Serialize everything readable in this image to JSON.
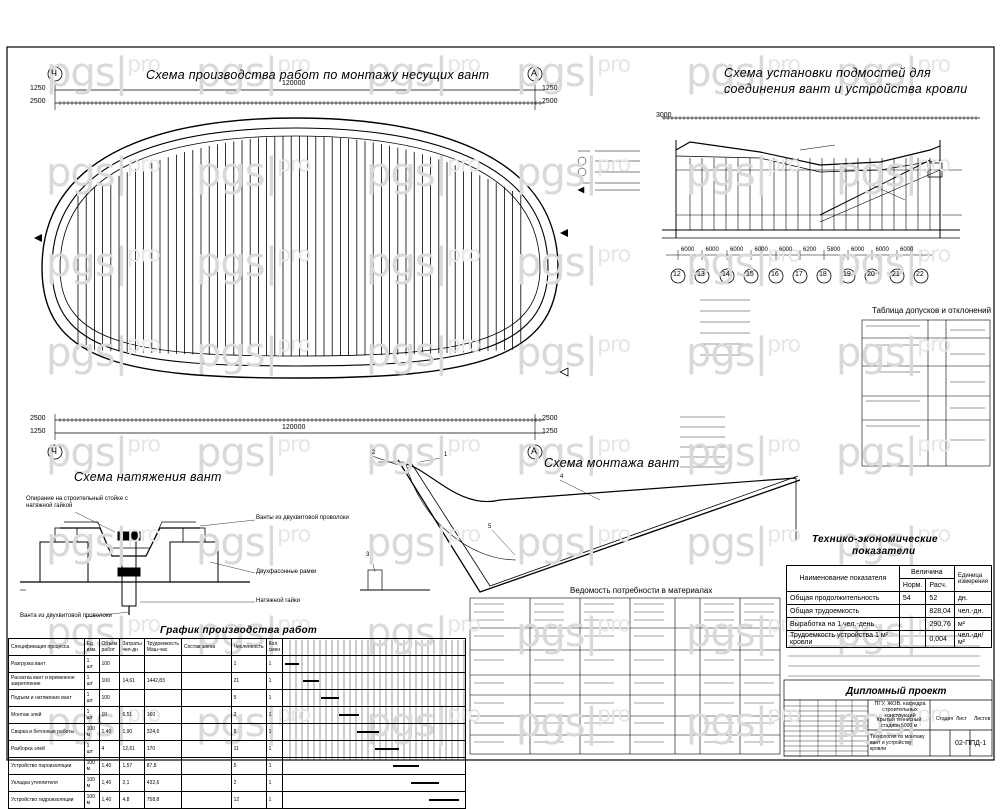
{
  "watermark": {
    "brand": "pgs",
    "suffix": "pro"
  },
  "titles": {
    "scheme_main": "Схема производства работ по монтажу несущих вант",
    "scheme_scaffold_1": "Схема установки подмостей для",
    "scheme_scaffold_2": "соединения вант и устройства кровли",
    "scheme_tension": "Схема натяжения вант",
    "scheme_mount": "Схема монтажа вант",
    "schedule": "График производства работ",
    "tep_1": "Технико-экономические",
    "tep_2": "показатели",
    "tolerances": "Таблица допусков и отклонений",
    "materials": "Ведомость потребности в материалах"
  },
  "axes": {
    "left": "Ч",
    "right": "А"
  },
  "dims": {
    "top_span": "120000",
    "bottom_span": "120000",
    "d1250": "1250",
    "d2500": "2500",
    "d3000": "3000"
  },
  "scaffold_axes": [
    "12",
    "13",
    "14",
    "15",
    "16",
    "17",
    "18",
    "19",
    "20",
    "21",
    "22"
  ],
  "scaffold_spans": [
    "6000",
    "6000",
    "6000",
    "6000",
    "6000",
    "6200",
    "5800",
    "6000",
    "6000",
    "6000"
  ],
  "tension_labels": {
    "anchor": "Опирание на строительный стойке с натяжной гайкой",
    "rope": "Ванты из двухвитовой проволоки",
    "ring": "Двухфасонные рамки",
    "insert": "Натяжной гайки",
    "bottom": "Ванта из двухвитовой проволоки"
  },
  "mount_numbers": [
    "1",
    "2",
    "3",
    "4",
    "5"
  ],
  "schedule_headers": [
    "Спецификация процесса",
    "Ед. изм.",
    "Объём работ",
    "Затраты чел-дн",
    "Трудоемкость Маш-час",
    "Состав звена",
    "Численность",
    "Кол. смен"
  ],
  "schedule_rows": [
    [
      "Разгрузка вант",
      "1 шт",
      "100",
      "",
      "",
      "",
      "1",
      "1"
    ],
    [
      "Раскатка вант и временное закрепление",
      "1 шт",
      "100",
      "14,61",
      "1442,83",
      "",
      "21",
      "1"
    ],
    [
      "Подъем и натяжение вант",
      "1 шт",
      "100",
      "",
      "",
      "",
      "5",
      "1"
    ],
    [
      "Монтаж элей",
      "1 шт",
      "10",
      "6,51",
      "160",
      "",
      "3",
      "1"
    ],
    [
      "Сварка и бетонные работы",
      "100 м",
      "1,40",
      "1,90",
      "324,6",
      "",
      "8",
      "1"
    ],
    [
      "Разборка элей",
      "1 шт",
      "4",
      "12,61",
      "170",
      "",
      "11",
      "1"
    ],
    [
      "Устройство пароизоляции",
      "100 м",
      "1,40",
      "1,57",
      "87,8",
      "",
      "5",
      "1"
    ],
    [
      "Укладка утеплителя",
      "100 м",
      "1,40",
      "2,1",
      "432,6",
      "",
      "2",
      "1"
    ],
    [
      "Устройство гидроизоляции",
      "100 м",
      "1,40",
      "4,8",
      "758,8",
      "",
      "12",
      "1"
    ]
  ],
  "tep": {
    "col_name": "Наименование показателя",
    "col_value": "Величина",
    "col_norm": "Норм.",
    "col_calc": "Расч.",
    "col_unit": "Единица измерения",
    "rows": [
      {
        "name": "Общая продолжительность",
        "norm": "54",
        "calc": "52",
        "unit": "дн."
      },
      {
        "name": "Общая трудоемкость",
        "norm": "",
        "calc": "828,04",
        "unit": "чел.-дн."
      },
      {
        "name": "Выработка на 1 чел.-день",
        "norm": "",
        "calc": "290,76",
        "unit": "м²"
      },
      {
        "name": "Трудоемкость устройства 1 м² кровли",
        "norm": "",
        "calc": "0,004",
        "unit": "чел.-дн/м²"
      }
    ]
  },
  "stamp": {
    "project": "Дипломный проект",
    "code": "ПГУ, ЖОВ, кафедра строительных конструкций",
    "object": "Крытый теннисный стадион 5000 м",
    "sheet_title": "Технология по монтажу вант и устройству кровли",
    "stage": "Стадия",
    "sheet": "Лист",
    "sheets": "Листов",
    "doc": "02-ППД-1"
  }
}
